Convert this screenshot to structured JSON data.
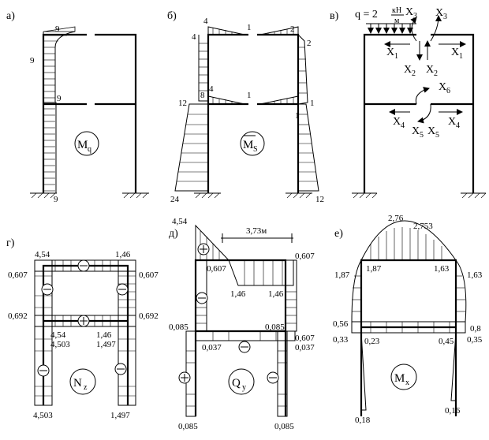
{
  "panels": [
    {
      "id": "a",
      "tag": "а)",
      "symbol": "M",
      "sub": "q",
      "values": [
        "9",
        "9",
        "9",
        "9"
      ]
    },
    {
      "id": "b",
      "tag": "б)",
      "symbol": "M",
      "sub": "S",
      "values": [
        "4",
        "1",
        "2",
        "4",
        "2",
        "8",
        "4",
        "1",
        "1",
        "12",
        "1",
        "24",
        "12"
      ]
    },
    {
      "id": "c",
      "tag": "в)",
      "load": "q = 2",
      "load_unit_num": "кН",
      "load_unit_den": "м",
      "forces": [
        "X",
        "X",
        "X",
        "X",
        "X",
        "X",
        "X",
        "X",
        "X",
        "X"
      ],
      "force_subs": [
        "3",
        "3",
        "1",
        "1",
        "2",
        "2",
        "6",
        "4",
        "4",
        "5",
        "5"
      ]
    },
    {
      "id": "d",
      "tag": "г)",
      "symbol": "N",
      "sub": "z",
      "values": [
        "4,54",
        "1,46",
        "0,607",
        "0,607",
        "0,692",
        "0,692",
        "4,54",
        "1,46",
        "4,503",
        "1,497",
        "4,503",
        "1,497"
      ]
    },
    {
      "id": "e",
      "tag": "д)",
      "symbol": "Q",
      "sub": "y",
      "values": [
        "4,54",
        "3,73м",
        "0,607",
        "0,607",
        "1,46",
        "1,46",
        "0,085",
        "0,085",
        "0,607",
        "0,037",
        "0,037",
        "0,085",
        "0,085"
      ]
    },
    {
      "id": "f",
      "tag": "е)",
      "symbol": "M",
      "sub": "x",
      "values": [
        "2,76",
        "2,753",
        "1,87",
        "1,87",
        "1,63",
        "1,63",
        "0,56",
        "0,8",
        "0,33",
        "0,23",
        "0,45",
        "0,35",
        "0,18",
        "0,16"
      ]
    }
  ]
}
